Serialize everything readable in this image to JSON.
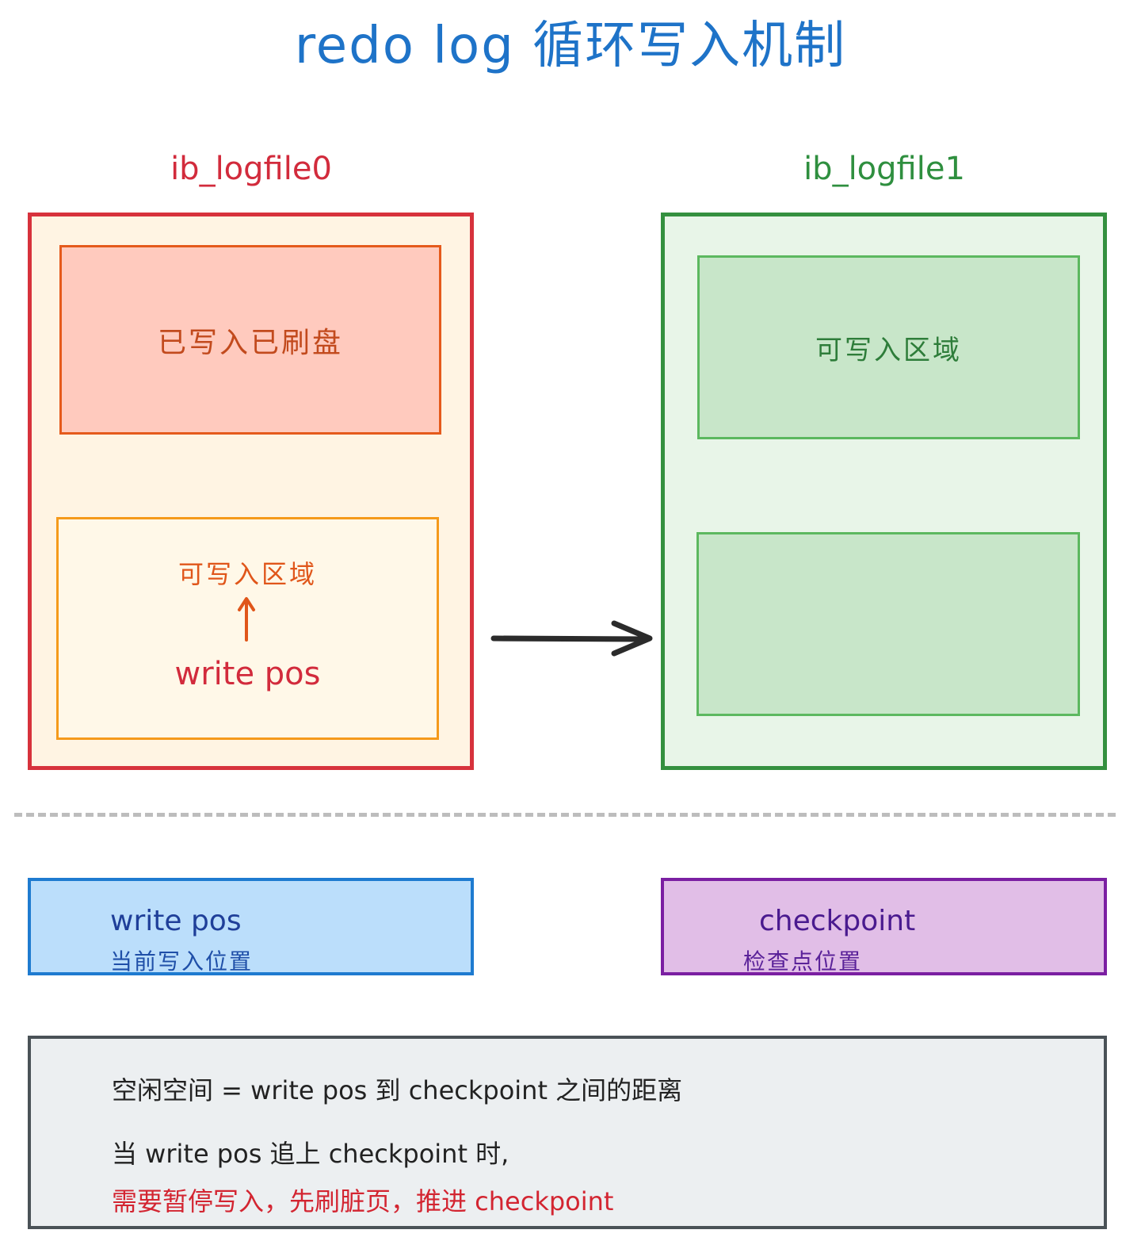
{
  "title": "redo log 循环写入机制",
  "files": [
    {
      "label": "ib_logfile0",
      "color": "#d7323c",
      "regions": [
        {
          "label": "已写入已刷盘",
          "fill": "#ffcabe",
          "stroke": "#e55a1c"
        },
        {
          "label": "可写入区域",
          "pointer_label": "write pos",
          "fill": "#fff8e8",
          "stroke": "#f59a1b"
        }
      ]
    },
    {
      "label": "ib_logfile1",
      "color": "#34903f",
      "regions": [
        {
          "label": "可写入区域",
          "fill": "#c8e6c9",
          "stroke": "#5cb85f"
        },
        {
          "label": "",
          "fill": "#c8e6c9",
          "stroke": "#5cb85f"
        }
      ]
    }
  ],
  "flow_arrow": {
    "from": "ib_logfile0",
    "to": "ib_logfile1",
    "icon": "right-arrow-icon"
  },
  "legend": {
    "write_pos": {
      "title": "write pos",
      "desc": "当前写入位置",
      "color": "#1e7bd0"
    },
    "checkpoint": {
      "title": "checkpoint",
      "desc": "检查点位置",
      "color": "#7b1fa2"
    }
  },
  "note": {
    "line1": "空闲空间 = write pos 到 checkpoint 之间的距离",
    "line2": "当 write pos 追上 checkpoint 时,",
    "line3": "需要暂停写入，先刷脏页，推进 checkpoint",
    "highlight_color": "#d32531"
  }
}
